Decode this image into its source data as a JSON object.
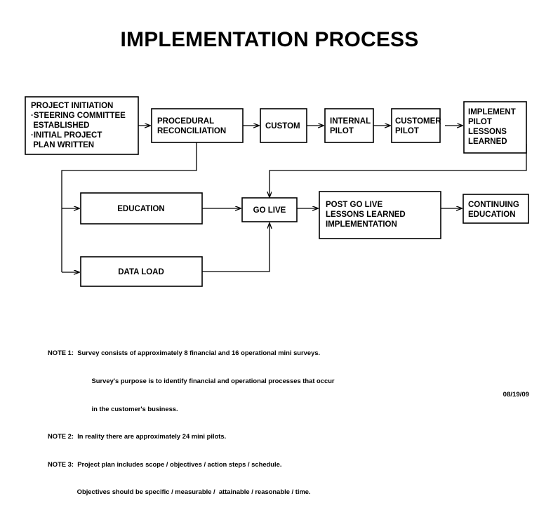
{
  "slide": {
    "title": "IMPLEMENTATION PROCESS",
    "date": "08/19/09",
    "background_color": "#ffffff",
    "line_color": "#000000",
    "text_color": "#000000"
  },
  "diagram": {
    "type": "flowchart",
    "nodes": [
      {
        "id": "project-initiation",
        "lines": [
          "PROJECT INITIATION",
          "·STEERING COMMITTEE",
          " ESTABLISHED",
          "·INITIAL PROJECT",
          " PLAN WRITTEN"
        ],
        "align": "left"
      },
      {
        "id": "procedural-reconciliation",
        "lines": [
          "PROCEDURAL",
          "RECONCILIATION"
        ],
        "align": "left"
      },
      {
        "id": "custom",
        "lines": [
          "CUSTOM"
        ],
        "align": "left"
      },
      {
        "id": "internal-pilot",
        "lines": [
          "INTERNAL",
          "PILOT"
        ],
        "align": "left"
      },
      {
        "id": "customer-pilot",
        "lines": [
          "CUSTOMER",
          "PILOT"
        ],
        "align": "left"
      },
      {
        "id": "implement-pilot-lessons-learned",
        "lines": [
          "IMPLEMENT",
          "PILOT",
          "LESSONS",
          "LEARNED"
        ],
        "align": "left"
      },
      {
        "id": "education",
        "lines": [
          "EDUCATION"
        ],
        "align": "center"
      },
      {
        "id": "data-load",
        "lines": [
          "DATA LOAD"
        ],
        "align": "center"
      },
      {
        "id": "go-live",
        "lines": [
          "GO LIVE"
        ],
        "align": "center"
      },
      {
        "id": "post-go-live-lessons-learned-implementation",
        "lines": [
          "POST GO LIVE",
          "LESSONS LEARNED",
          "IMPLEMENTATION"
        ],
        "align": "left"
      },
      {
        "id": "continuing-education",
        "lines": [
          "CONTINUING",
          "EDUCATION"
        ],
        "align": "left"
      }
    ],
    "edges": [
      {
        "from": "project-initiation",
        "to": "procedural-reconciliation"
      },
      {
        "from": "procedural-reconciliation",
        "to": "custom"
      },
      {
        "from": "custom",
        "to": "internal-pilot"
      },
      {
        "from": "internal-pilot",
        "to": "customer-pilot"
      },
      {
        "from": "customer-pilot",
        "to": "implement-pilot-lessons-learned"
      },
      {
        "from": "procedural-reconciliation",
        "to": "education"
      },
      {
        "from": "procedural-reconciliation",
        "to": "data-load"
      },
      {
        "from": "education",
        "to": "go-live"
      },
      {
        "from": "data-load",
        "to": "go-live"
      },
      {
        "from": "implement-pilot-lessons-learned",
        "to": "go-live"
      },
      {
        "from": "go-live",
        "to": "post-go-live-lessons-learned-implementation"
      },
      {
        "from": "post-go-live-lessons-learned-implementation",
        "to": "continuing-education"
      }
    ]
  },
  "notes": [
    "NOTE 1:  Survey consists of approximately 8 financial and 16 operational mini surveys.",
    "                        Survey's purpose is to identify financial and operational processes that occur",
    "                        in the customer's business.",
    "NOTE 2:  In reality there are approximately 24 mini pilots.",
    "NOTE 3:  Project plan includes scope / objectives / action steps / schedule.",
    "                Objectives should be specific / measurable /  attainable / reasonable / time."
  ]
}
